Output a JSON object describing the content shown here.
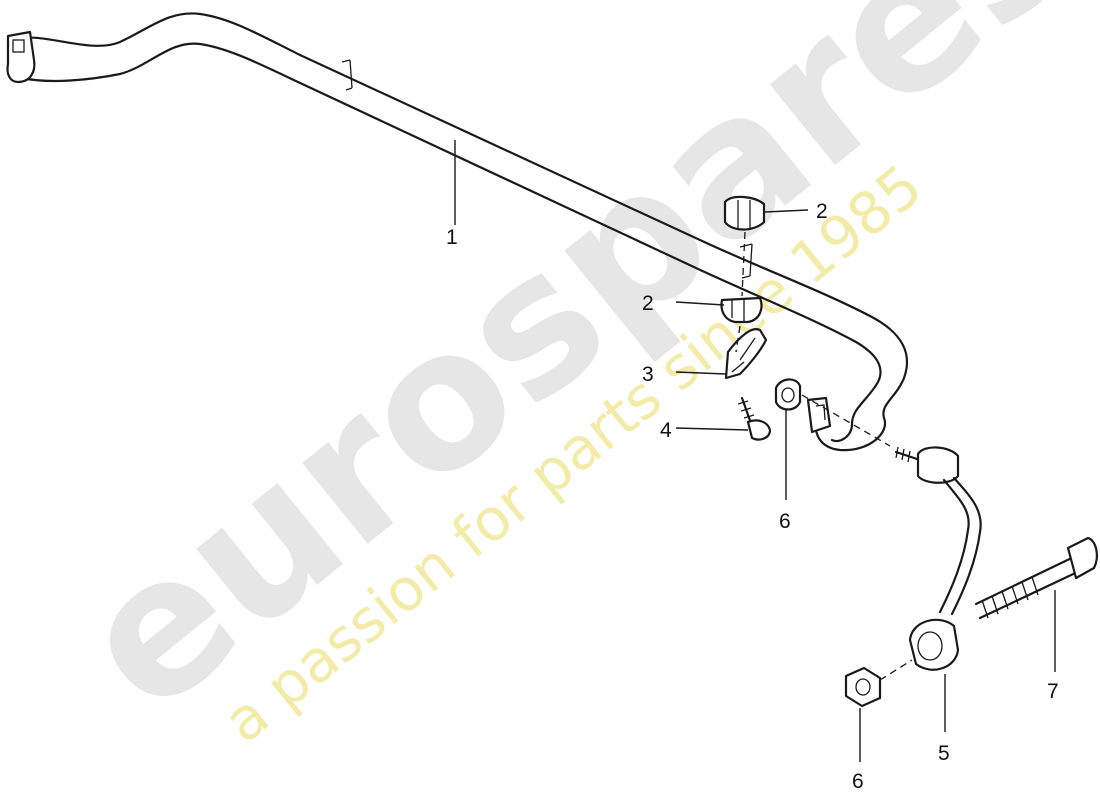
{
  "watermark": {
    "brand": "eurospares",
    "tagline": "a passion for parts since 1985"
  },
  "callouts": {
    "stabilizer_bar": "1",
    "bushing_upper": "2",
    "bushing_lower": "2",
    "clamp": "3",
    "clamp_bolt": "4",
    "coupling_rod": "5",
    "nut_upper": "6",
    "nut_lower": "6",
    "bolt": "7"
  },
  "colors": {
    "line": "#1a1a1a",
    "watermark_brand": "#e6e6e6",
    "watermark_tagline": "#f3eca8"
  }
}
